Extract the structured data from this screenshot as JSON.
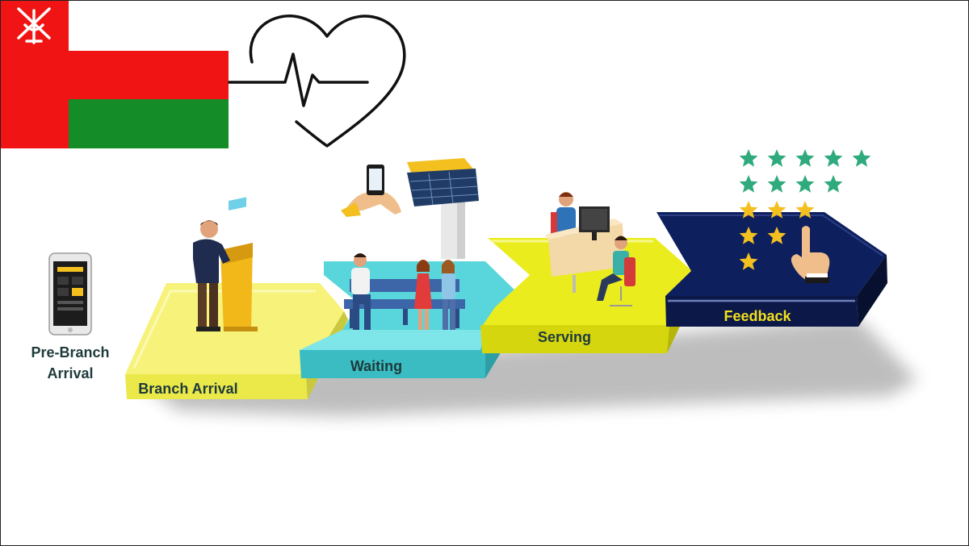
{
  "stages": {
    "pre_branch": {
      "line1": "Pre-Branch",
      "line2": "Arrival"
    },
    "branch_arrival": "Branch Arrival",
    "waiting": "Waiting",
    "serving": "Serving",
    "feedback": "Feedback"
  },
  "rating": {
    "rows": [
      5,
      4,
      3,
      2,
      1
    ]
  },
  "colors": {
    "flag_red": "#f01414",
    "flag_green": "#148c28",
    "platform_yellow": "#f6f27a",
    "platform_teal": "#4fd3d8",
    "platform_bright_yellow": "#ebec1e",
    "platform_navy": "#0e1f5e",
    "label_dark": "#1e3a3a",
    "label_gold": "#f2e01e",
    "star_green": "#2faa7d",
    "star_gold": "#f3c020"
  },
  "icons": [
    "oman-flag-icon",
    "heartbeat-icon",
    "smartphone-icon",
    "ticket-kiosk-icon",
    "hand-phone-icon",
    "departure-board-icon",
    "waiting-bench-icon",
    "service-desk-icon",
    "pointing-hand-icon"
  ]
}
